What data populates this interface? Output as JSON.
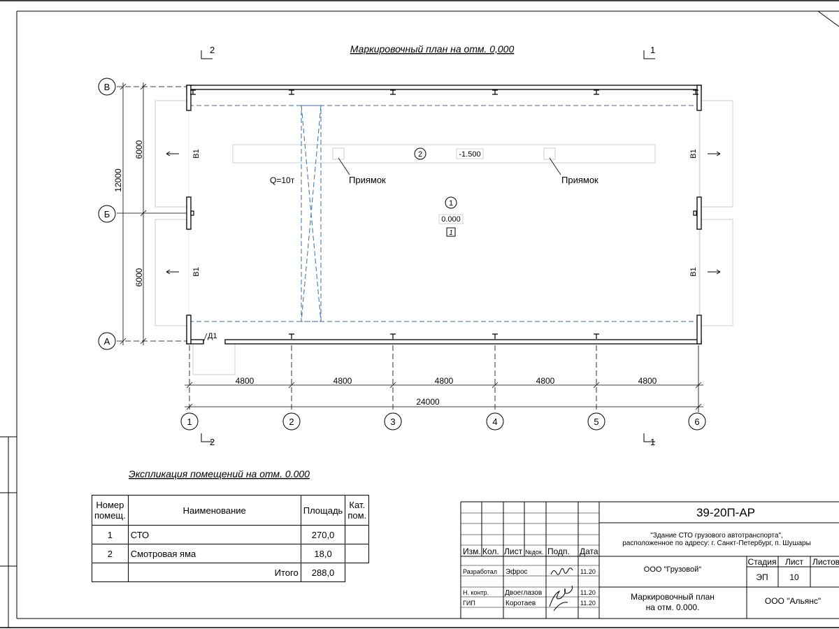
{
  "plan": {
    "title": "Маркировочный план на отм. 0,000",
    "section_marks": {
      "left": "2",
      "right": "1"
    },
    "row_axes": [
      "В",
      "Б",
      "А"
    ],
    "col_axes": [
      "1",
      "2",
      "3",
      "4",
      "5",
      "6"
    ],
    "span_dims": [
      "4800",
      "4800",
      "4800",
      "4800",
      "4800"
    ],
    "total_dim": "24000",
    "vert_dims": [
      "6000",
      "6000"
    ],
    "vert_total": "12000",
    "room1": {
      "number": "1",
      "level": "0.000",
      "tag": "1"
    },
    "room2": {
      "number": "2",
      "level": "-1.500"
    },
    "pits": [
      "Приямок",
      "Приямок"
    ],
    "crane": "Q=10т",
    "gates": [
      "В1",
      "В1",
      "В1",
      "В1"
    ],
    "door": "Д1"
  },
  "explication": {
    "title": "Экспликация помещений на отм. 0.000",
    "headers": [
      "Номер помещ.",
      "Наименование",
      "Площадь",
      "Кат. пом."
    ],
    "rows": [
      {
        "num": "1",
        "name": "СТО",
        "area": "270,0",
        "cat": ""
      },
      {
        "num": "2",
        "name": "Смотровая яма",
        "area": "18,0",
        "cat": ""
      }
    ],
    "total_label": "Итого",
    "total_area": "288,0"
  },
  "stamp": {
    "code": "39-20П-АР",
    "project_line1": "\"Здание СТО грузового автотранспорта\",",
    "project_line2": "расположенное по адресу: г. Санкт-Петербург, п. Шушары",
    "col_headers": {
      "izm": "Изм.",
      "kol": "Кол.",
      "list": "Лист",
      "ndok": "№док.",
      "podp": "Подп.",
      "data": "Дата"
    },
    "people": [
      {
        "role": "Разработал",
        "name": "Эфрос",
        "date": "11.20"
      },
      {
        "role": "Н. контр.",
        "name": "Двоеглазов",
        "date": "11.20"
      },
      {
        "role": "ГИП",
        "name": "Коротаев",
        "date": "11.20"
      }
    ],
    "client": "ООО \"Грузовой\"",
    "stage_label": "Стадия",
    "sheet_label": "Лист",
    "sheets_label": "Листов",
    "stage": "ЭП",
    "sheet": "10",
    "sheet_title1": "Маркировочный план",
    "sheet_title2": "на отм. 0.000.",
    "company": "ООО \"Альянс\""
  }
}
